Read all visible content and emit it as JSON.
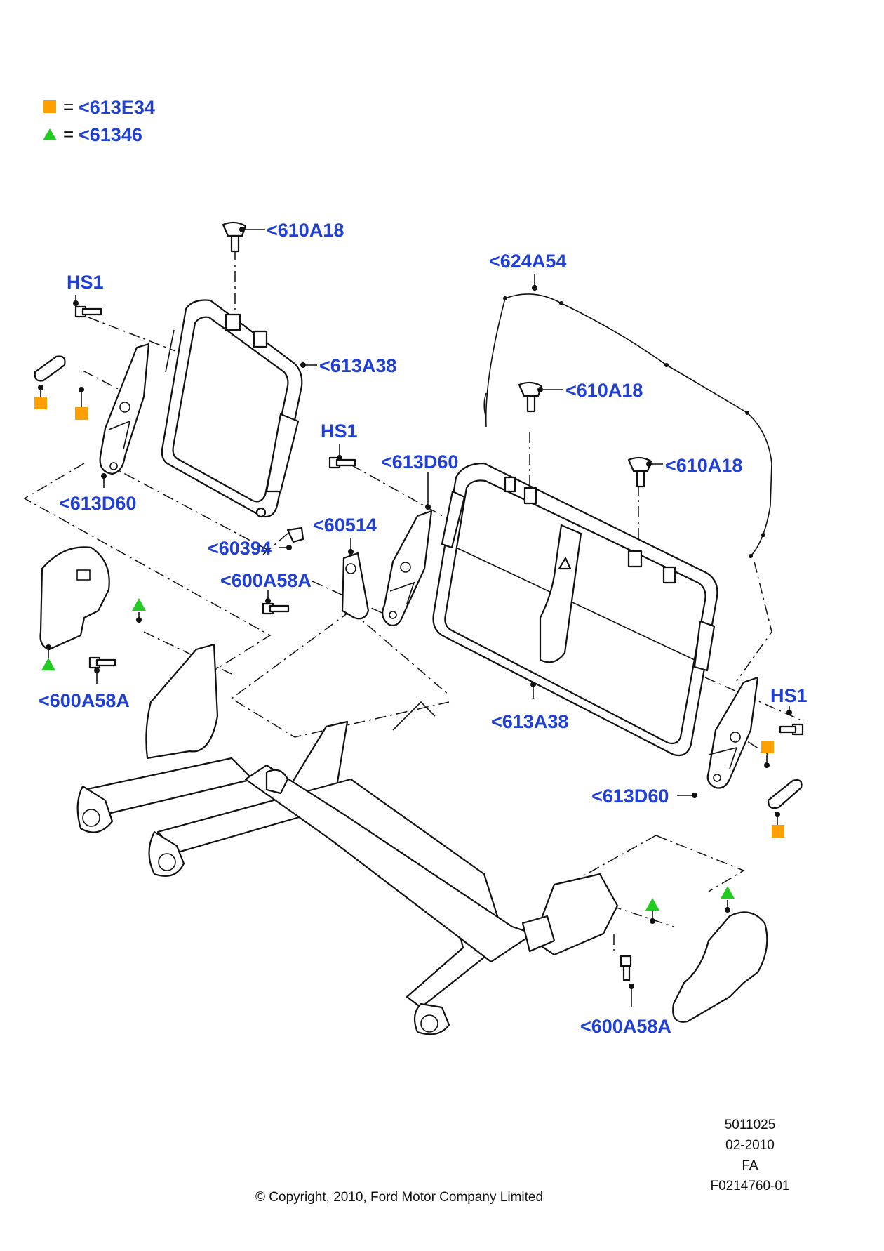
{
  "legend": [
    {
      "symbol": "orange-square",
      "equals": "=",
      "code": "<613E34",
      "color": "#ffa000"
    },
    {
      "symbol": "green-triangle",
      "equals": "=",
      "code": "<61346",
      "color": "#22cc22"
    }
  ],
  "callouts": {
    "bolt_top_left": "<610A18",
    "wire_harness": "<624A54",
    "hs1_left": "HS1",
    "frame_left": "<613A38",
    "bolt_mid": "<610A18",
    "bolt_right": "<610A18",
    "hs1_center": "HS1",
    "hinge_center": "<613D60",
    "hinge_left": "<613D60",
    "clip_60514": "<60514",
    "clip_60394": "<60394",
    "bolt_600_center": "<600A58A",
    "bolt_600_left": "<600A58A",
    "hs1_right": "HS1",
    "frame_right": "<613A38",
    "hinge_right": "<613D60",
    "bolt_600_right": "<600A58A"
  },
  "meta": {
    "ref_number": "5011025",
    "date": "02-2010",
    "code": "FA",
    "figure_id": "F0214760-01",
    "copyright": "© Copyright, 2010, Ford Motor Company Limited"
  }
}
